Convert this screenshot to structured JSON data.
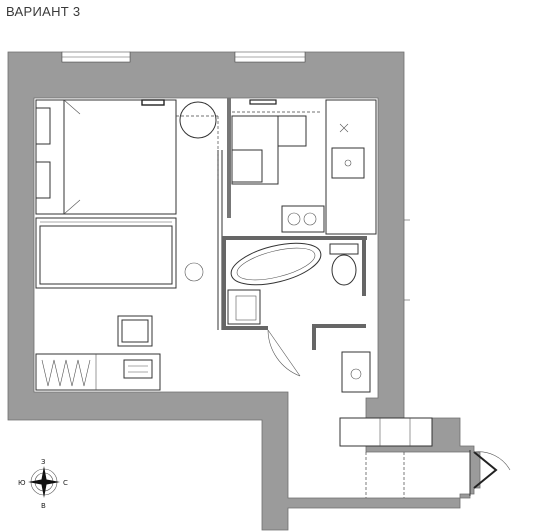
{
  "title": "ВАРИАНТ 3",
  "compass": {
    "north": "З",
    "south": "В",
    "west": "Ю",
    "east": "С"
  },
  "colors": {
    "wall": "#9b9b9b",
    "line": "#333333",
    "background": "#ffffff"
  }
}
